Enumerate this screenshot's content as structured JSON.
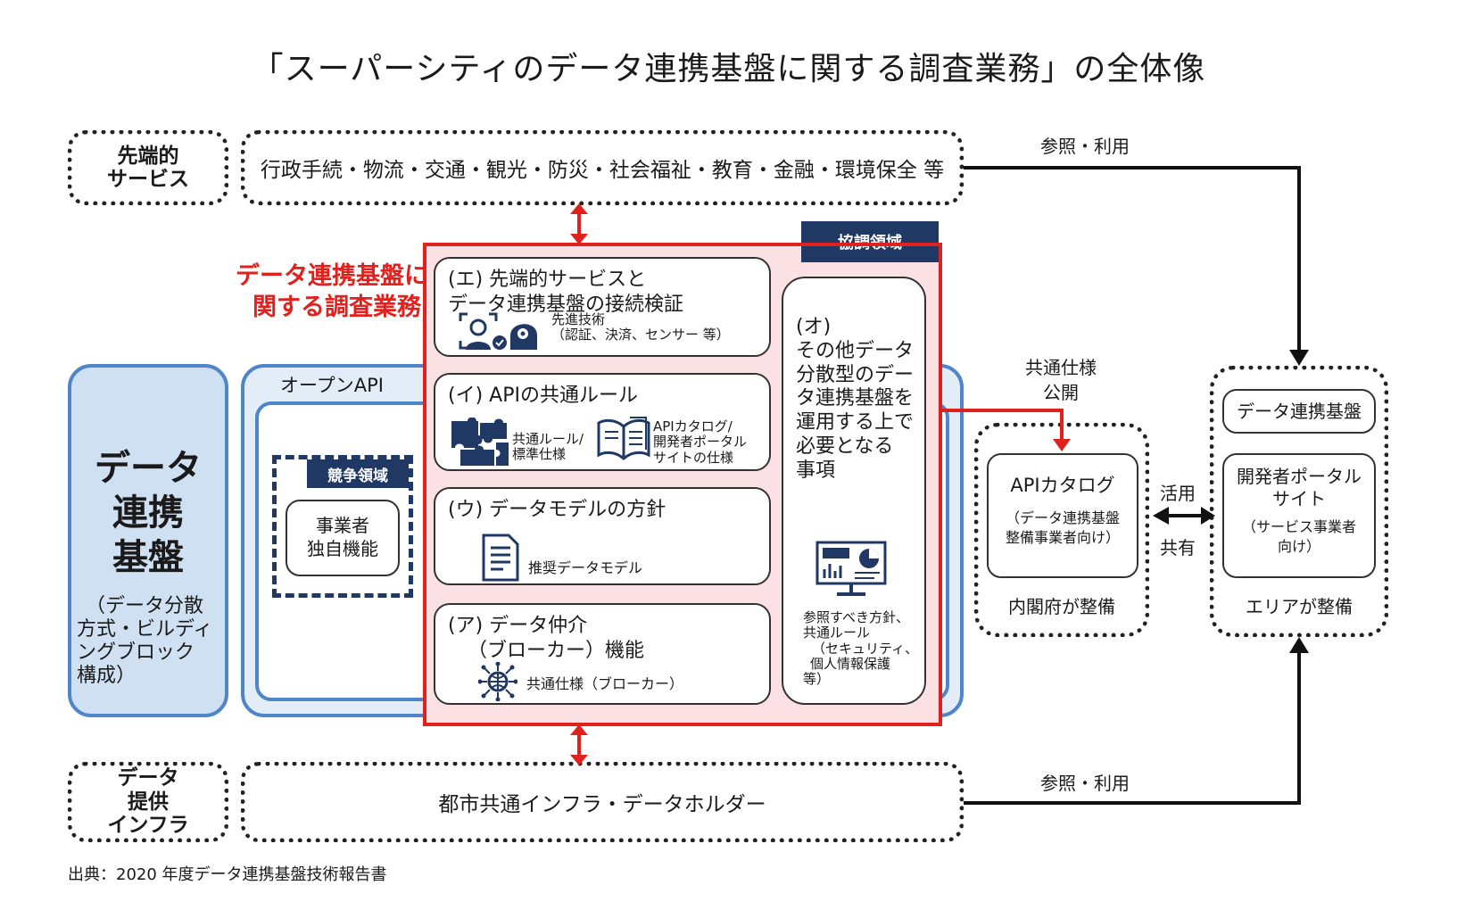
{
  "title": "「スーパーシティのデータ連携基盤に関する調査業務」の全体像",
  "top_band": {
    "label_line1": "先端的",
    "label_line2": "サービス",
    "text": "行政手続・物流・交通・観光・防災・社会福祉・教育・金融・環境保全 等"
  },
  "bottom_band": {
    "label_line1": "データ",
    "label_line2": "提供",
    "label_line3": "インフラ",
    "text": "都市共通インフラ・データホルダー"
  },
  "survey_label_line1": "データ連携基盤に",
  "survey_label_line2": "関する調査業務",
  "left_panel": {
    "big_line1": "データ",
    "big_line2": "連携",
    "big_line3": "基盤",
    "note_line1": "（データ分散",
    "note_line2": "方式・ビルディ",
    "note_line3": "ングブロック",
    "note_line4": "構成）"
  },
  "open_api": "オープンAPI",
  "competitive": {
    "tag": "競争領域",
    "line1": "事業者",
    "line2": "独自機能"
  },
  "cooperative_tag": "協調領域",
  "cards": {
    "e": {
      "title_line1": "(エ) 先端的サービスと",
      "title_line2": "データ連携基盤の接続検証",
      "sub_line1": "先進技術",
      "sub_line2": "（認証、決済、センサー 等）"
    },
    "i": {
      "title": "(イ) APIの共通ルール",
      "sub1_line1": "共通ルール/",
      "sub1_line2": "標準仕様",
      "sub2_line1": "APIカタログ/",
      "sub2_line2": "開発者ポータル",
      "sub2_line3": "サイトの仕様"
    },
    "u": {
      "title": "(ウ) データモデルの方針",
      "sub": "推奨データモデル"
    },
    "a": {
      "title_line1": "(ア) データ仲介",
      "title_line2": "（ブローカー）機能",
      "sub": "共通仕様（ブローカー）"
    },
    "o": {
      "title_line1": "(オ)",
      "title_line2": "その他データ",
      "title_line3": "分散型のデー",
      "title_line4": "タ連携基盤を",
      "title_line5": "運用する上で",
      "title_line6": "必要となる",
      "title_line7": "事項",
      "sub_line1": "参照すべき方針、",
      "sub_line2": "共通ルール",
      "sub_line3": "（セキュリティ、",
      "sub_line4": "個人情報保護",
      "sub_line5": "等）"
    }
  },
  "spec_label_line1": "共通仕様",
  "spec_label_line2": "公開",
  "catalog": {
    "title": "APIカタログ",
    "sub_line1": "（データ連携基盤",
    "sub_line2": "整備事業者向け）",
    "footer": "内閣府が整備"
  },
  "katsuyo": "活用",
  "kyoyu": "共有",
  "area": {
    "box1": "データ連携基盤",
    "box2_line1": "開発者ポータル",
    "box2_line2": "サイト",
    "box2_sub1": "（サービス事業者",
    "box2_sub2": "向け）",
    "footer": "エリアが整備"
  },
  "ref_top": "参照・利用",
  "ref_bottom": "参照・利用",
  "source": "出典：2020 年度データ連携基盤技術報告書",
  "colors": {
    "red": "#e0211d",
    "blue": "#4f86c9",
    "navy": "#1f3864",
    "light_blue": "#cfe0f2",
    "pink": "#fbe1e3"
  }
}
